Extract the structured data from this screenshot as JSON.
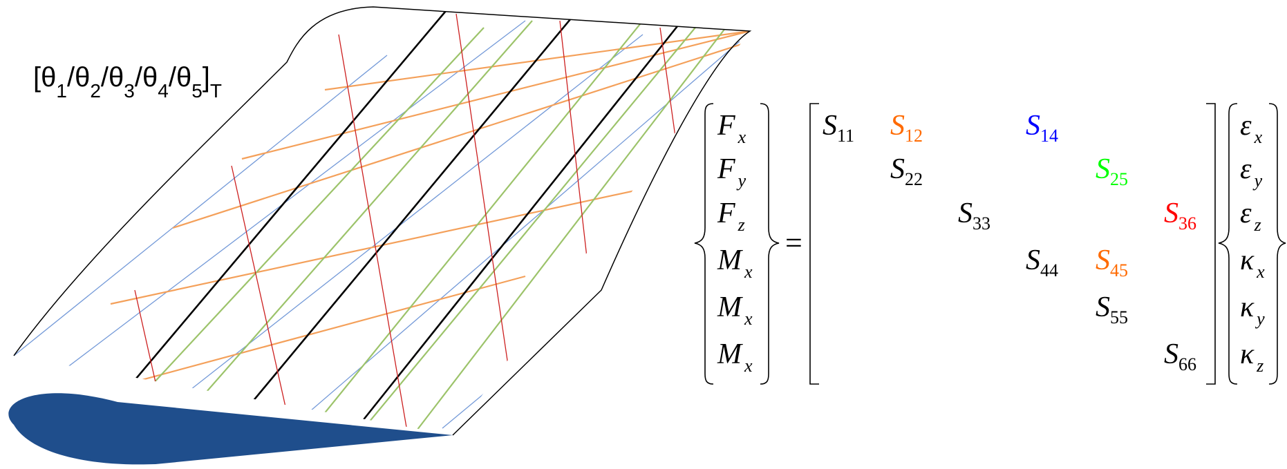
{
  "layup_label": {
    "open": "[",
    "plies": [
      {
        "sym": "θ",
        "sub": "1"
      },
      {
        "sym": "θ",
        "sub": "2"
      },
      {
        "sym": "θ",
        "sub": "3"
      },
      {
        "sym": "θ",
        "sub": "4"
      },
      {
        "sym": "θ",
        "sub": "5"
      }
    ],
    "separator": "/",
    "close": "]",
    "close_sub": "T"
  },
  "ply_colors": {
    "blue": "#7399d8",
    "orange": "#f4a05a",
    "green": "#9cc36a",
    "black": "#000000",
    "red": "#cc1f1f"
  },
  "airfoil_color": "#1f4e8c",
  "equation": {
    "equals": "=",
    "force_vector": [
      {
        "sym": "F",
        "sub": "x"
      },
      {
        "sym": "F",
        "sub": "y"
      },
      {
        "sym": "F",
        "sub": "z"
      },
      {
        "sym": "M",
        "sub": "x"
      },
      {
        "sym": "M",
        "sub": "x"
      },
      {
        "sym": "M",
        "sub": "x"
      }
    ],
    "stiffness_matrix": [
      {
        "row": 0,
        "col": 0,
        "sym": "S",
        "sub": "11",
        "color": "#000000"
      },
      {
        "row": 0,
        "col": 1,
        "sym": "S",
        "sub": "12",
        "color": "#ff6a00"
      },
      {
        "row": 0,
        "col": 3,
        "sym": "S",
        "sub": "14",
        "color": "#0000ff"
      },
      {
        "row": 1,
        "col": 1,
        "sym": "S",
        "sub": "22",
        "color": "#000000"
      },
      {
        "row": 1,
        "col": 4,
        "sym": "S",
        "sub": "25",
        "color": "#00ff00"
      },
      {
        "row": 2,
        "col": 2,
        "sym": "S",
        "sub": "33",
        "color": "#000000"
      },
      {
        "row": 2,
        "col": 5,
        "sym": "S",
        "sub": "36",
        "color": "#ff0000"
      },
      {
        "row": 3,
        "col": 3,
        "sym": "S",
        "sub": "44",
        "color": "#000000"
      },
      {
        "row": 3,
        "col": 4,
        "sym": "S",
        "sub": "45",
        "color": "#ff6a00"
      },
      {
        "row": 4,
        "col": 4,
        "sym": "S",
        "sub": "55",
        "color": "#000000"
      },
      {
        "row": 5,
        "col": 5,
        "sym": "S",
        "sub": "66",
        "color": "#000000"
      }
    ],
    "strain_vector": [
      {
        "sym": "ε",
        "sub": "x"
      },
      {
        "sym": "ε",
        "sub": "y"
      },
      {
        "sym": "ε",
        "sub": "z"
      },
      {
        "sym": "κ",
        "sub": "x"
      },
      {
        "sym": "κ",
        "sub": "y"
      },
      {
        "sym": "κ",
        "sub": "z"
      }
    ]
  }
}
